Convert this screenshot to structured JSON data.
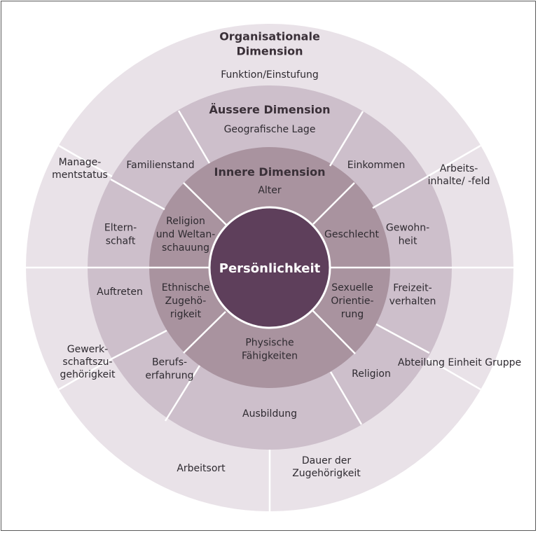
{
  "diagram": {
    "center": "Persönlichkeit",
    "inner": {
      "title": "Innere Dimension",
      "items": [
        "Alter",
        "Geschlecht",
        "Sexuelle Orientie- rung",
        "Physische Fähigkeiten",
        "Ethnische Zugehö- rigkeit",
        "Religion und Weltan- schauung"
      ]
    },
    "outer": {
      "title": "Äussere Dimension",
      "items": [
        "Geografische Lage",
        "Einkommen",
        "Gewohn- heit",
        "Freizeit- verhalten",
        "Religion",
        "Ausbildung",
        "Berufs- erfahrung",
        "Auftreten",
        "Eltern- schaft",
        "Familienstand"
      ]
    },
    "organisational": {
      "title": "Organisationale Dimension",
      "items": [
        "Funktion/Einstufung",
        "Arbeits- inhalte/ -feld",
        "Abteilung Einheit Gruppe",
        "Dauer der Zugehörigkeit",
        "Arbeitsort",
        "Gewerk- schaftszu- gehörigkeit",
        "Manage- mentstatus"
      ]
    },
    "colors": {
      "outerRing": "#e9e2e8",
      "middleRing": "#cdbfcb",
      "innerRing": "#a9939f",
      "core": "#5e3f5b",
      "divider": "#ffffff"
    }
  }
}
